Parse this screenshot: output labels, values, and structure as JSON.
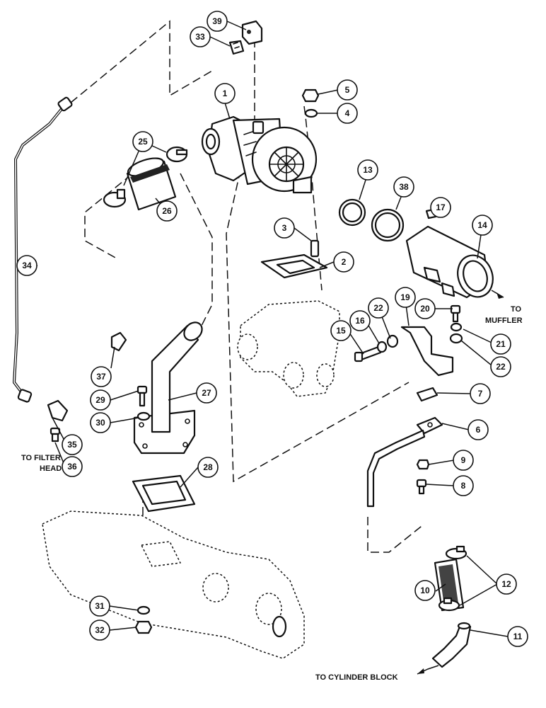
{
  "callouts": [
    {
      "id": "c1",
      "label": "1"
    },
    {
      "id": "c2",
      "label": "2"
    },
    {
      "id": "c3",
      "label": "3"
    },
    {
      "id": "c4",
      "label": "4"
    },
    {
      "id": "c5",
      "label": "5"
    },
    {
      "id": "c6",
      "label": "6"
    },
    {
      "id": "c7",
      "label": "7"
    },
    {
      "id": "c8",
      "label": "8"
    },
    {
      "id": "c9",
      "label": "9"
    },
    {
      "id": "c10",
      "label": "10"
    },
    {
      "id": "c11",
      "label": "11"
    },
    {
      "id": "c12",
      "label": "12"
    },
    {
      "id": "c13",
      "label": "13"
    },
    {
      "id": "c14",
      "label": "14"
    },
    {
      "id": "c15",
      "label": "15"
    },
    {
      "id": "c16",
      "label": "16"
    },
    {
      "id": "c17",
      "label": "17"
    },
    {
      "id": "c19",
      "label": "19"
    },
    {
      "id": "c20",
      "label": "20"
    },
    {
      "id": "c21",
      "label": "21"
    },
    {
      "id": "c22a",
      "label": "22"
    },
    {
      "id": "c22b",
      "label": "22"
    },
    {
      "id": "c25",
      "label": "25"
    },
    {
      "id": "c26",
      "label": "26"
    },
    {
      "id": "c27",
      "label": "27"
    },
    {
      "id": "c28",
      "label": "28"
    },
    {
      "id": "c29",
      "label": "29"
    },
    {
      "id": "c30",
      "label": "30"
    },
    {
      "id": "c31",
      "label": "31"
    },
    {
      "id": "c32",
      "label": "32"
    },
    {
      "id": "c33",
      "label": "33"
    },
    {
      "id": "c34",
      "label": "34"
    },
    {
      "id": "c35",
      "label": "35"
    },
    {
      "id": "c36",
      "label": "36"
    },
    {
      "id": "c37",
      "label": "37"
    },
    {
      "id": "c38",
      "label": "38"
    },
    {
      "id": "c39",
      "label": "39"
    }
  ],
  "notes": {
    "muffler_line1": "TO",
    "muffler_line2": "MUFFLER",
    "filter_line1": "TO FILTER",
    "filter_line2": "HEAD",
    "cylinder_block": "TO CYLINDER BLOCK"
  }
}
